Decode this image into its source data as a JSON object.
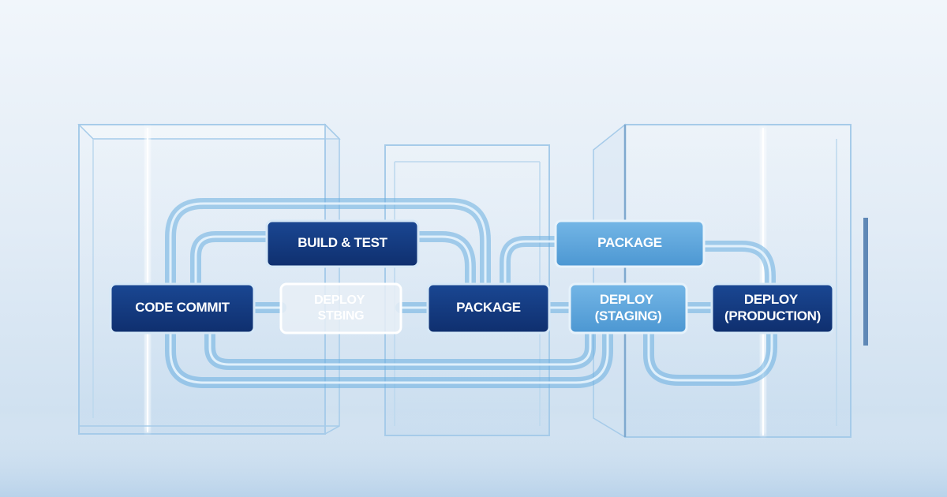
{
  "diagram": {
    "nodes": [
      {
        "id": "code-commit",
        "lines": [
          "CODE COMMIT"
        ],
        "style": "dark"
      },
      {
        "id": "build-test",
        "lines": [
          "BUILD & TEST"
        ],
        "style": "dark"
      },
      {
        "id": "deploy-faded",
        "lines": [
          "DEPLOY",
          "STBING"
        ],
        "style": "ghost"
      },
      {
        "id": "package-center",
        "lines": [
          "PACKAGE"
        ],
        "style": "dark"
      },
      {
        "id": "package-top-right",
        "lines": [
          "PACKAGE"
        ],
        "style": "light"
      },
      {
        "id": "deploy-staging",
        "lines": [
          "DEPLOY",
          "(STAGING)"
        ],
        "style": "light"
      },
      {
        "id": "deploy-production",
        "lines": [
          "DEPLOY",
          "(PRODUCTION)"
        ],
        "style": "dark"
      }
    ],
    "colors": {
      "dark_node": "#13397f",
      "light_node": "#5aa5dc",
      "ghost_node": "#e7eef6",
      "pipe": "#6aaee0",
      "glass_edge": "#9cc5e6"
    }
  }
}
